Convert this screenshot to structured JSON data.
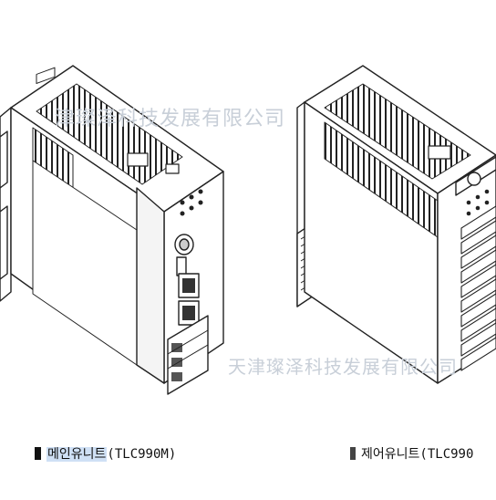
{
  "watermark": {
    "top_text": "津璨泽科技发展有限公司",
    "bottom_text": "天津璨泽科技发展有限公司"
  },
  "units": [
    {
      "name_korean": "메인유니트",
      "model": "(TLC990M)",
      "highlighted": true
    },
    {
      "name_korean": "제어유니트",
      "model": "(TLC990"
    }
  ],
  "colors": {
    "line": "#222222",
    "caption_highlight": "#cfe0f5",
    "watermark": "#c8cfd8"
  }
}
